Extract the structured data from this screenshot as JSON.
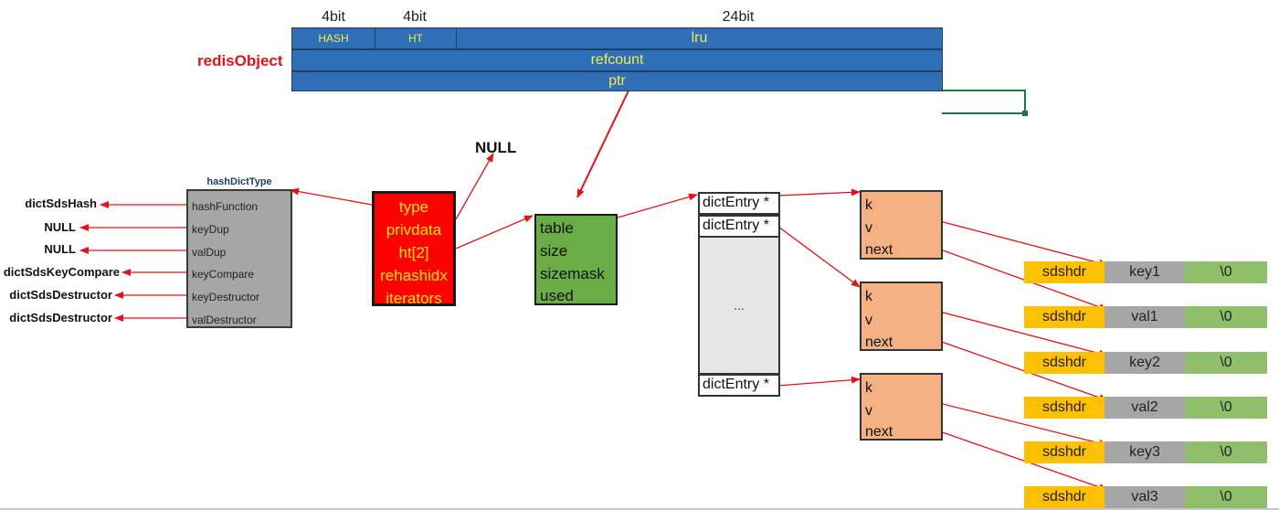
{
  "redis_object": {
    "label": "redisObject",
    "bit_labels": [
      "4bit",
      "4bit",
      "24bit"
    ],
    "row1": [
      "HASH",
      "HT",
      "lru"
    ],
    "refcount": "refcount",
    "ptr": "ptr"
  },
  "null_label": "NULL",
  "hash_dict_type": {
    "title": "hashDictType",
    "items": [
      "hashFunction",
      "keyDup",
      "valDup",
      "keyCompare",
      "keyDestructor",
      "valDestructor"
    ],
    "targets": [
      "dictSdsHash",
      "NULL",
      "NULL",
      "dictSdsKeyCompare",
      "dictSdsDestructor",
      "dictSdsDestructor"
    ]
  },
  "dict": {
    "items": [
      "type",
      "privdata",
      "ht[2]",
      "rehashidx",
      "iterators"
    ]
  },
  "dictht": {
    "items": [
      "table",
      "size",
      "sizemask",
      "used"
    ]
  },
  "table_entries": {
    "entry_label": "dictEntry *",
    "ellipsis": "..."
  },
  "dict_entry": {
    "fields": [
      "k",
      "v",
      "next"
    ]
  },
  "sds": {
    "header": "sdshdr",
    "terminator": "\\0",
    "values": [
      "key1",
      "val1",
      "key2",
      "val2",
      "key3",
      "val3"
    ]
  },
  "colors": {
    "redis_object": "#2e6fb7",
    "redis_object_text": "#f6e94a",
    "arrow": "#e8101a",
    "hash_dict_type": "#a6a6a6",
    "dict": "#ff0000",
    "dict_text": "#ffe600",
    "dictht": "#6aad46",
    "dict_entry": "#f4b183",
    "sdshdr": "#ffc000",
    "sds_value": "#a6a6a6",
    "sds_terminator": "#8fbf6a"
  }
}
